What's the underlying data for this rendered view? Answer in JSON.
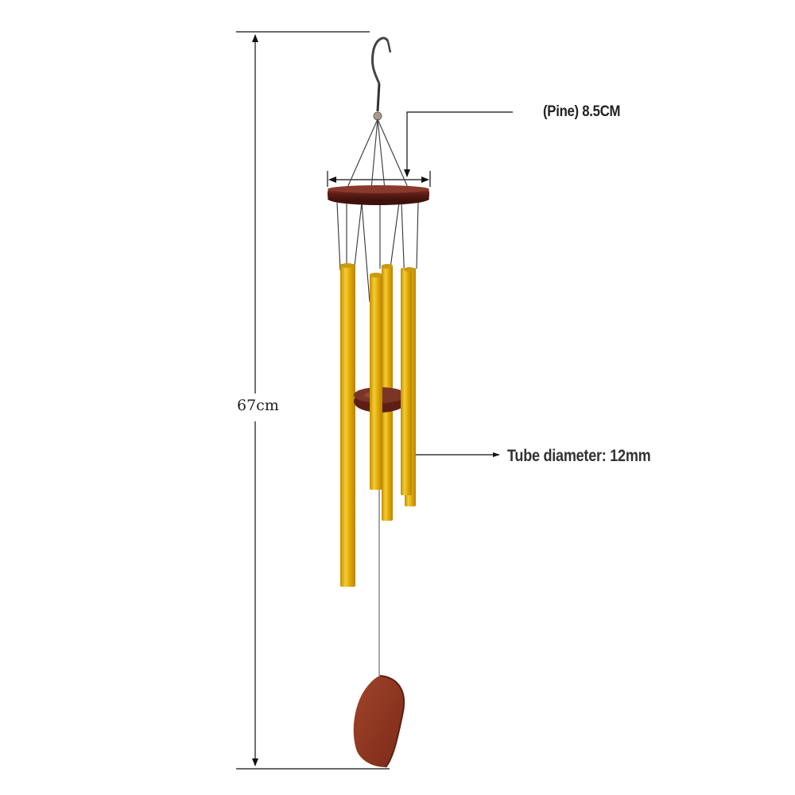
{
  "product": {
    "name": "Wind chime",
    "subject": "wind-chime-with-golden-tubes"
  },
  "annotations": {
    "overall_height": "67cm",
    "top_diameter": "(Pine) 8.5CM",
    "tube_diameter": "Tube diameter: 12mm"
  },
  "colors": {
    "background": "#ffffff",
    "tube_gold": "#e0a800",
    "tube_highlight": "#f5d03a",
    "tube_shadow": "#b98300",
    "wood": "#7a2a1e",
    "wood_dark": "#4a1510",
    "wood_sail": "#8e3420",
    "line": "#111111",
    "string": "#555555"
  }
}
